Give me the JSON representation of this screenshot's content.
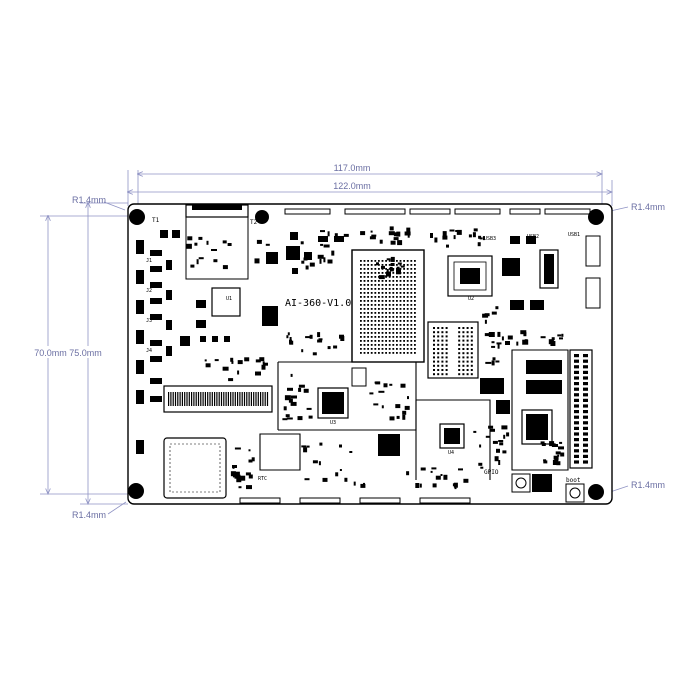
{
  "dimensions": {
    "width_inner": "117.0mm",
    "width_outer": "122.0mm",
    "height_combined": "70.0mm 75.0mm",
    "radius_top_left": "R1.4mm",
    "radius_top_right": "R1.4mm",
    "radius_bottom_left": "R1.4mm",
    "radius_bottom_right": "R1.4mm"
  },
  "board": {
    "name": "AI-360-V1.0",
    "labels": {
      "usb3": "USB3",
      "usb2": "USB2",
      "usb1": "USB1",
      "t1": "T1",
      "t2": "T2",
      "gpio": "GPIO",
      "boot": "boot",
      "j1": "J1",
      "j2": "J2",
      "j3": "J3",
      "j4": "J4",
      "u1": "U1",
      "u2": "U2",
      "u3": "U3",
      "u4": "U4",
      "rtc": "RTC"
    }
  },
  "colors": {
    "dimension_line": "#8f93c4",
    "dimension_text": "#6b6fa3",
    "outline": "#000000",
    "background": "#ffffff"
  }
}
